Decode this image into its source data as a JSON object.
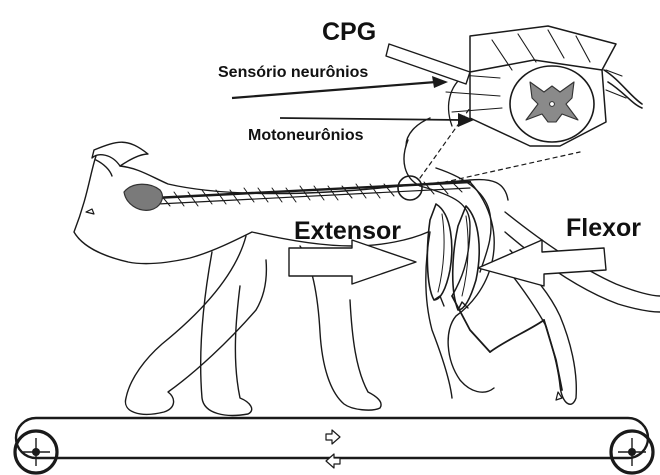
{
  "labels": {
    "cpg": "CPG",
    "sensory": "Sensório neurônios",
    "motor": "Motoneurônios",
    "extensor": "Extensor",
    "flexor": "Flexor"
  },
  "treadmill": {
    "belt_arrows": [
      "right-arrow-icon",
      "left-arrow-icon"
    ]
  },
  "colors": {
    "line": "#1a1a1a",
    "gray_matter": "#8a8a8a",
    "nerve_gray": "#6b6b6b",
    "background": "#ffffff"
  }
}
